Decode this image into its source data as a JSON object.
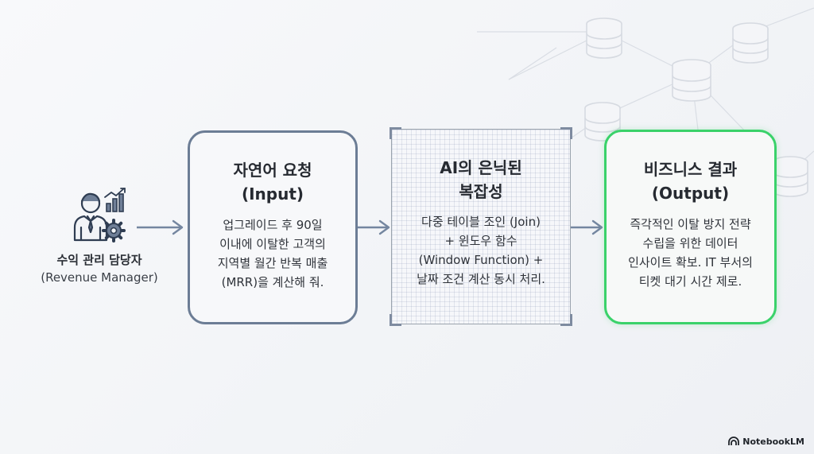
{
  "persona": {
    "title": "수익 관리 담당자",
    "subtitle": "(Revenue Manager)"
  },
  "cards": {
    "input": {
      "title_lines": [
        "자연어 요청",
        "(Input)"
      ],
      "body_lines": [
        "업그레이드 후 90일",
        "이내에 이탈한 고객의",
        "지역별 월간 반복 매출",
        "(MRR)을 계산해 줘."
      ]
    },
    "ai": {
      "title_lines": [
        "AI의 은닉된",
        "복잡성"
      ],
      "body_lines": [
        "다중 테이블 조인 (Join)",
        "+ 윈도우 함수",
        "(Window Function) +",
        "날짜 조건 계산 동시 처리."
      ]
    },
    "output": {
      "title_lines": [
        "비즈니스 결과",
        "(Output)"
      ],
      "body_lines": [
        "즉각적인 이탈 방지 전략",
        "수립을 위한 데이터",
        "인사이트 확보. IT 부서의",
        "티켓 대기 시간 제로."
      ]
    }
  },
  "footer": {
    "brand": "NotebookLM"
  },
  "colors": {
    "input_border": "#6c7d95",
    "output_border": "#3ad26a",
    "arrow": "#7486a0"
  },
  "icons": {
    "persona": "manager-with-chart-and-gear-icon",
    "background": "database-network-icon",
    "brand": "notebooklm-logo-icon"
  }
}
